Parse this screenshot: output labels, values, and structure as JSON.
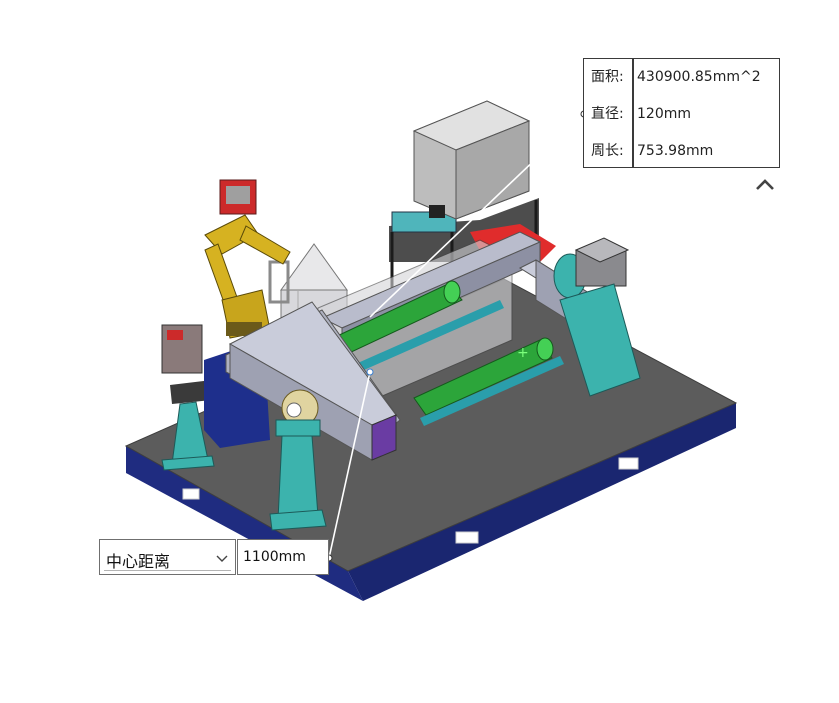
{
  "measure": {
    "rows": [
      {
        "label": "面积:",
        "value": "430900.85mm^2"
      },
      {
        "label": "直径:",
        "value": "120mm"
      },
      {
        "label": "周长:",
        "value": "753.98mm"
      }
    ]
  },
  "distance": {
    "mode": "中心距离",
    "value": "1100mm"
  },
  "colors": {
    "base_top": "#5c5c5c",
    "base_side": "#1f2c80",
    "frame": "#9ea1b2",
    "pillar": "#3cb3ad",
    "robot": "#d6b221",
    "roller": "#2ca53a",
    "accent_purple": "#6a3ca3",
    "cabinet": "#c9c9c9",
    "leader": "#ffffff"
  },
  "icons": {
    "collapse": "chevron-up-icon",
    "dropdown": "chevron-down-icon"
  }
}
